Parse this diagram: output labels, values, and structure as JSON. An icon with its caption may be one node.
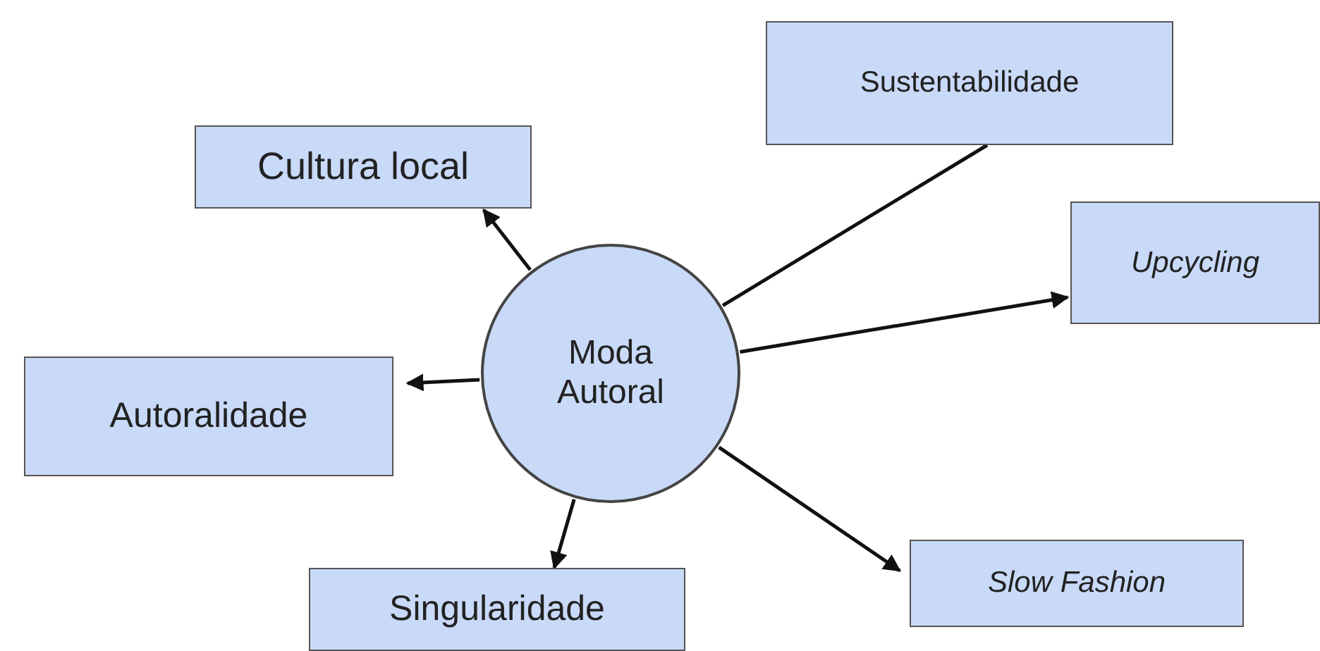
{
  "diagram": {
    "nodes": [
      {
        "text": [
          "Moda Autoral"
        ]
      },
      {
        "text": [
          "Sustentabilidade"
        ]
      },
      {
        "text": [
          "Cultura local"
        ]
      },
      {
        "text": [
          "Upcycling"
        ]
      },
      {
        "text": [
          "Autoralidade"
        ]
      },
      {
        "text": [
          "Singularidade"
        ]
      },
      {
        "text": [
          "Slow Fashion"
        ]
      }
    ],
    "edges": [
      {
        "from": 0,
        "to": 1,
        "arrow": "none"
      },
      {
        "from": 0,
        "to": 2,
        "arrow": "to"
      },
      {
        "from": 0,
        "to": 3,
        "arrow": "to"
      },
      {
        "from": 0,
        "to": 4,
        "arrow": "to"
      },
      {
        "from": 0,
        "to": 5,
        "arrow": "to"
      },
      {
        "from": 0,
        "to": 6,
        "arrow": "to"
      }
    ]
  }
}
